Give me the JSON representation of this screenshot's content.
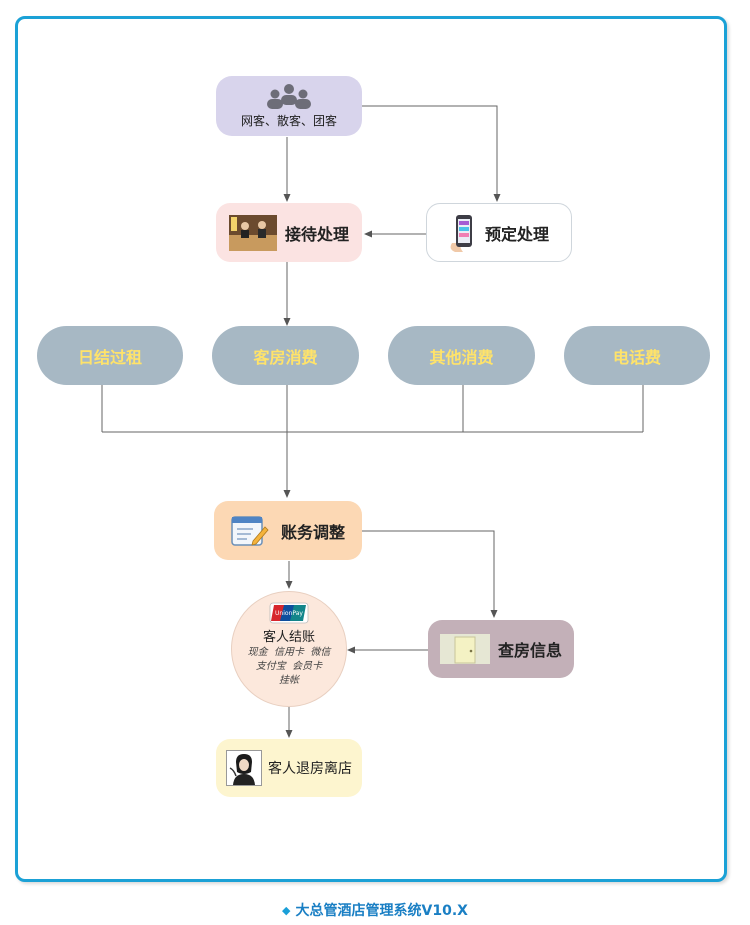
{
  "nodes": {
    "guests": {
      "label": "网客、散客、团客",
      "icon": "people-icon"
    },
    "reception": {
      "label": "接待处理",
      "icon": "front-desk-photo-icon"
    },
    "booking": {
      "label": "预定处理",
      "icon": "phone-app-icon"
    },
    "daily_rent": {
      "label": "日结过租"
    },
    "room_consume": {
      "label": "客房消费"
    },
    "other_consume": {
      "label": "其他消费"
    },
    "phone_fee": {
      "label": "电话费"
    },
    "account_adjust": {
      "label": "账务调整",
      "icon": "ledger-edit-icon"
    },
    "checkout": {
      "label": "客人结账",
      "icon": "unionpay-card-icon",
      "card_text": "UnionPay",
      "payments": [
        "现金  信用卡  微信",
        "支付宝  会员卡",
        "挂帐"
      ]
    },
    "room_check": {
      "label": "查房信息",
      "icon": "door-icon"
    },
    "leave": {
      "label": "客人退房离店",
      "icon": "guest-avatar-icon"
    }
  },
  "colors": {
    "frame_border": "#1ba1d6",
    "oval_fill": "#a7b8c4",
    "oval_text": "#ffe36a",
    "connector": "#555555"
  },
  "footer": {
    "marker": "◆",
    "text": "大总管酒店管理系统V10.X"
  }
}
